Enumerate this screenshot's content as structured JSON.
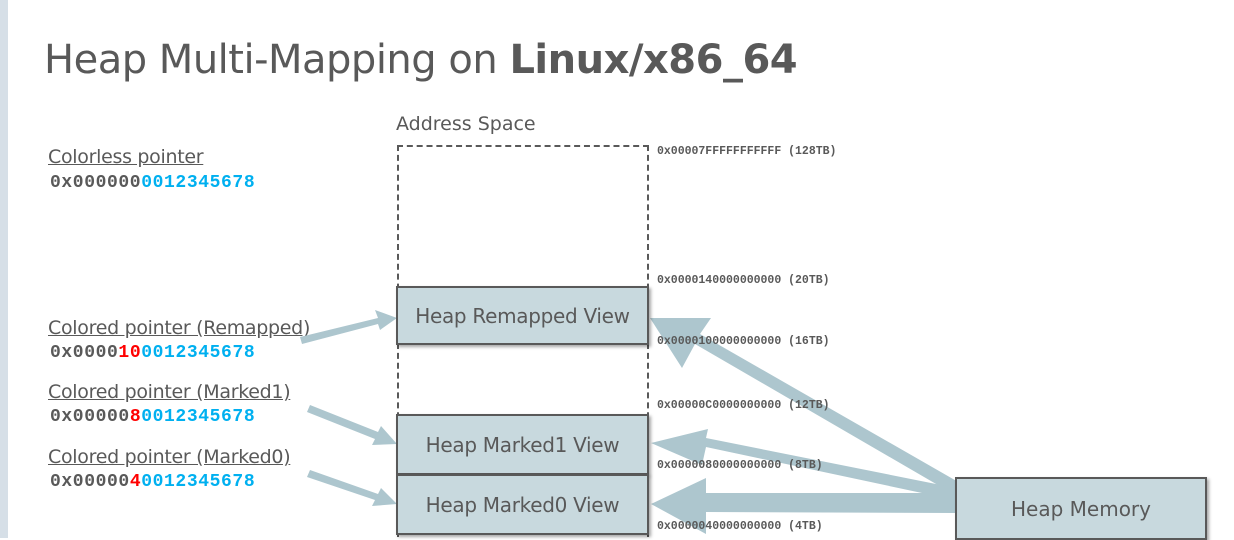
{
  "title": {
    "regular": "Heap Multi-Mapping on ",
    "bold": "Linux/x86_64"
  },
  "address_space_label": "Address Space",
  "pointers": [
    {
      "label": "Colorless pointer",
      "prefix": "0x000000",
      "color_bits": "",
      "address": "0012345678"
    },
    {
      "label": "Colored pointer (Remapped)",
      "prefix": "0x0000",
      "color_bits": "10",
      "address": "0012345678"
    },
    {
      "label": "Colored pointer (Marked1)",
      "prefix": "0x00000",
      "color_bits": "8",
      "address": "0012345678"
    },
    {
      "label": "Colored pointer (Marked0)",
      "prefix": "0x00000",
      "color_bits": "4",
      "address": "0012345678"
    }
  ],
  "views": {
    "remapped": "Heap Remapped View",
    "marked1": "Heap Marked1 View",
    "marked0": "Heap Marked0 View"
  },
  "heap_memory": "Heap Memory",
  "address_marks": [
    "0x00007FFFFFFFFFFF (128TB)",
    "0x0000140000000000 (20TB)",
    "0x0000100000000000 (16TB)",
    "0x00000C0000000000 (12TB)",
    "0x0000080000000000 (8TB)",
    "0x0000040000000000 (4TB)"
  ],
  "colors": {
    "text": "#595959",
    "color_bits": "#ff0000",
    "address_bits": "#00b0f0",
    "box_fill": "#c8d9de",
    "arrow": "#adc6ce"
  }
}
